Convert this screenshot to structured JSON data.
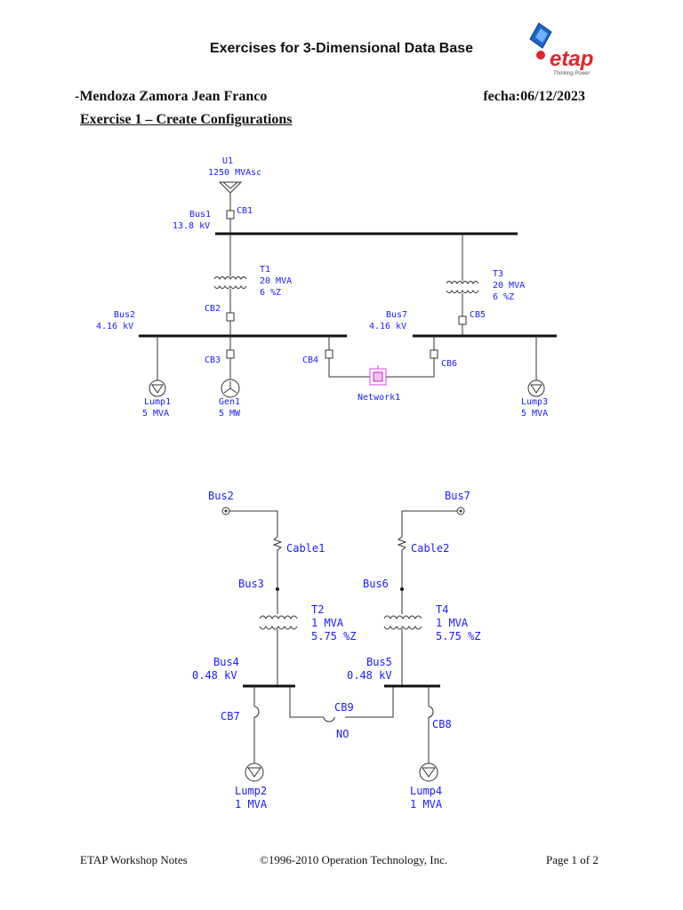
{
  "header": {
    "title": "Exercises for 3-Dimensional Data Base",
    "author": "-Mendoza Zamora Jean Franco",
    "date": "fecha:06/12/2023",
    "exercise": "Exercise 1 – Create Configurations"
  },
  "logo": {
    "name": "etap",
    "tagline": "Thinking Power",
    "color": "#e0252b"
  },
  "diagram1": {
    "u1": "U1",
    "u1_rating": "1250 MVAsc",
    "cb1": "CB1",
    "bus1": "Bus1",
    "bus1_kv": "13.8 kV",
    "t1": "T1",
    "t1_mva": "20 MVA",
    "t1_z": "6 %Z",
    "t3": "T3",
    "t3_mva": "20 MVA",
    "t3_z": "6 %Z",
    "cb2": "CB2",
    "cb5": "CB5",
    "bus2": "Bus2",
    "bus2_kv": "4.16 kV",
    "bus7": "Bus7",
    "bus7_kv": "4.16 kV",
    "cb3": "CB3",
    "cb4": "CB4",
    "cb6": "CB6",
    "network1": "Network1",
    "lump1": "Lump1",
    "lump1_mva": "5 MVA",
    "gen1": "Gen1",
    "gen1_mw": "5 MW",
    "lump3": "Lump3",
    "lump3_mva": "5 MVA"
  },
  "diagram2": {
    "bus2": "Bus2",
    "bus7": "Bus7",
    "cable1": "Cable1",
    "cable2": "Cable2",
    "bus3": "Bus3",
    "bus6": "Bus6",
    "t2": "T2",
    "t2_mva": "1 MVA",
    "t2_z": "5.75 %Z",
    "t4": "T4",
    "t4_mva": "1 MVA",
    "t4_z": "5.75 %Z",
    "bus4": "Bus4",
    "bus4_kv": "0.48 kV",
    "bus5": "Bus5",
    "bus5_kv": "0.48 kV",
    "cb7": "CB7",
    "cb8": "CB8",
    "cb9": "CB9",
    "cb9_state": "NO",
    "lump2": "Lump2",
    "lump2_mva": "1 MVA",
    "lump4": "Lump4",
    "lump4_mva": "1 MVA"
  },
  "footer": {
    "left": "ETAP Workshop Notes",
    "center": "©1996-2010 Operation Technology, Inc.",
    "right": "Page 1 of 2"
  }
}
